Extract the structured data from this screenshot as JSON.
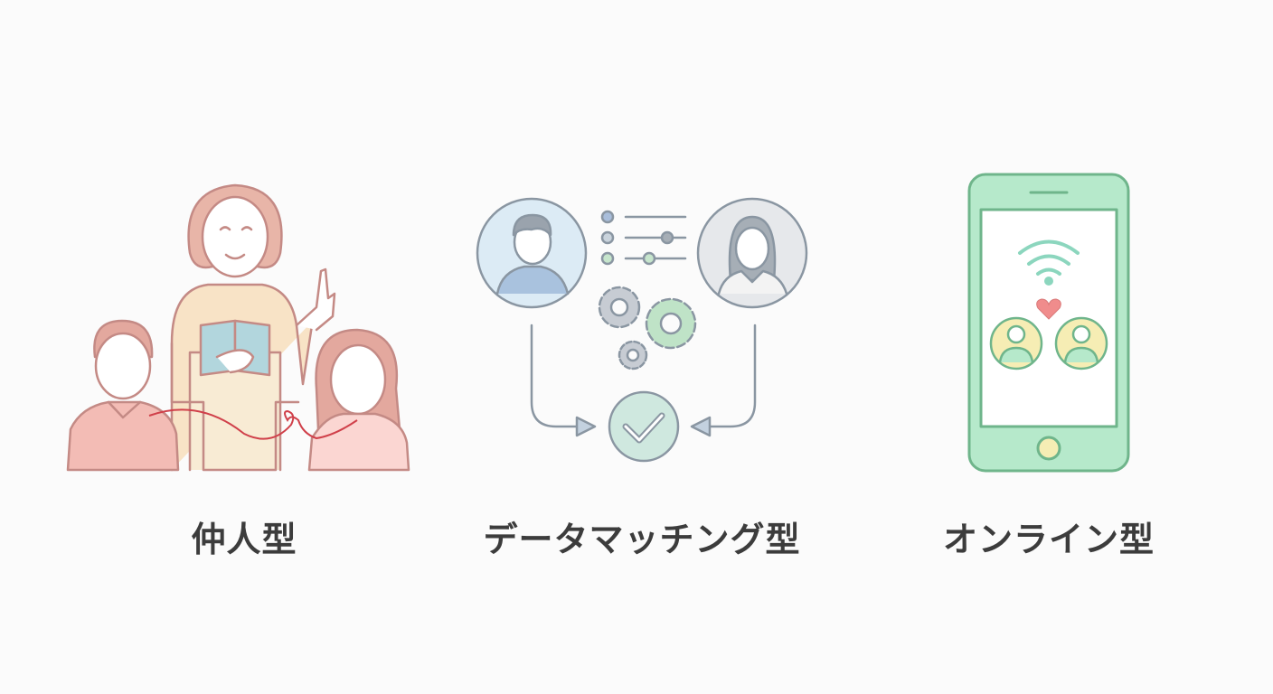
{
  "panels": [
    {
      "id": "nakoudo",
      "label": "仲人型",
      "illustration": "matchmaker-with-couple-red-thread"
    },
    {
      "id": "data-matching",
      "label": "データマッチング型",
      "illustration": "profiles-sliders-gears-checkmark"
    },
    {
      "id": "online",
      "label": "オンライン型",
      "illustration": "smartphone-wifi-two-users-heart"
    }
  ],
  "colors": {
    "background": "#fbfbfb",
    "label_text": "#3c3c3c",
    "nakoudo_line": "#c48a85",
    "nakoudo_thread": "#d0404a",
    "matching_line": "#8a96a2",
    "matching_green": "#bfe3c7",
    "online_green": "#b6e9cb",
    "online_line": "#6fb58b",
    "online_yellow": "#f6edb4"
  }
}
